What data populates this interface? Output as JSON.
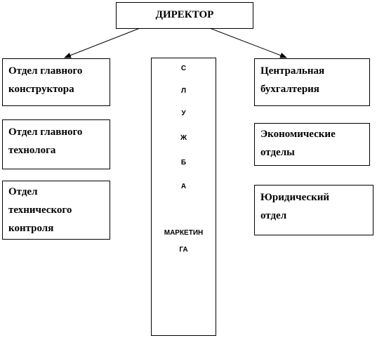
{
  "director": {
    "label": "ДИРЕКТОР"
  },
  "left_departments": [
    {
      "lines": [
        "Отдел главного",
        "конструктора"
      ]
    },
    {
      "lines": [
        "Отдел главного",
        "технолога"
      ]
    },
    {
      "lines": [
        "Отдел",
        "технического",
        "контроля"
      ]
    }
  ],
  "right_departments": [
    {
      "lines": [
        "Центральная",
        "бухгалтерия"
      ]
    },
    {
      "lines": [
        "Экономические",
        "отделы"
      ]
    },
    {
      "lines": [
        "Юридический",
        "отдел"
      ]
    }
  ],
  "marketing": {
    "letters": [
      "С",
      "Л",
      "У",
      "Ж",
      "Б",
      "А"
    ],
    "word_lines": [
      "МАРКЕТИН",
      "ГА"
    ]
  },
  "colors": {
    "stroke": "#000000",
    "background": "#ffffff"
  }
}
